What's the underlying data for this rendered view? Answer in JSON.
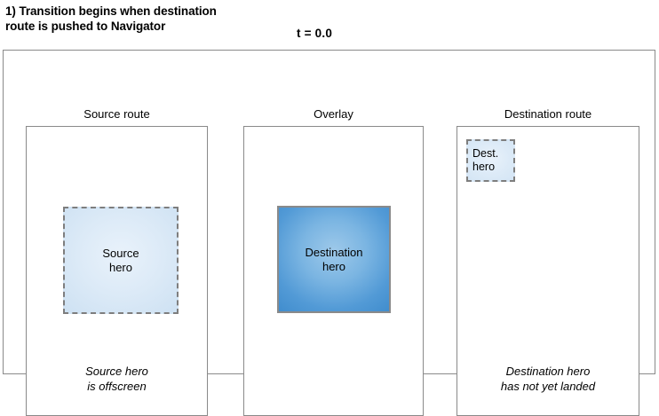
{
  "header": {
    "step_title": "1) Transition begins when destination\nroute is pushed to Navigator",
    "time_label": "t = 0.0"
  },
  "panels": [
    {
      "key": "source",
      "title": "Source route",
      "hero": {
        "label": "Source\nhero",
        "style": "faded-dashed"
      },
      "note": "Source hero\nis offscreen"
    },
    {
      "key": "overlay",
      "title": "Overlay",
      "hero": {
        "label": "Destination\nhero",
        "style": "solid-blue"
      },
      "note": ""
    },
    {
      "key": "destination",
      "title": "Destination route",
      "hero": {
        "label": "Dest.\nhero",
        "style": "faded-dashed-small"
      },
      "note": "Destination hero\nhas not yet landed"
    }
  ],
  "colors": {
    "frame_border": "#8a8a8a",
    "panel_border": "#8a8a8a",
    "hero_dashed_border": "#7e7e7e",
    "hero_faded_fill": "#d8e8f6",
    "hero_solid_fill": "#5a9ed8",
    "text": "#000000",
    "background": "#ffffff"
  }
}
